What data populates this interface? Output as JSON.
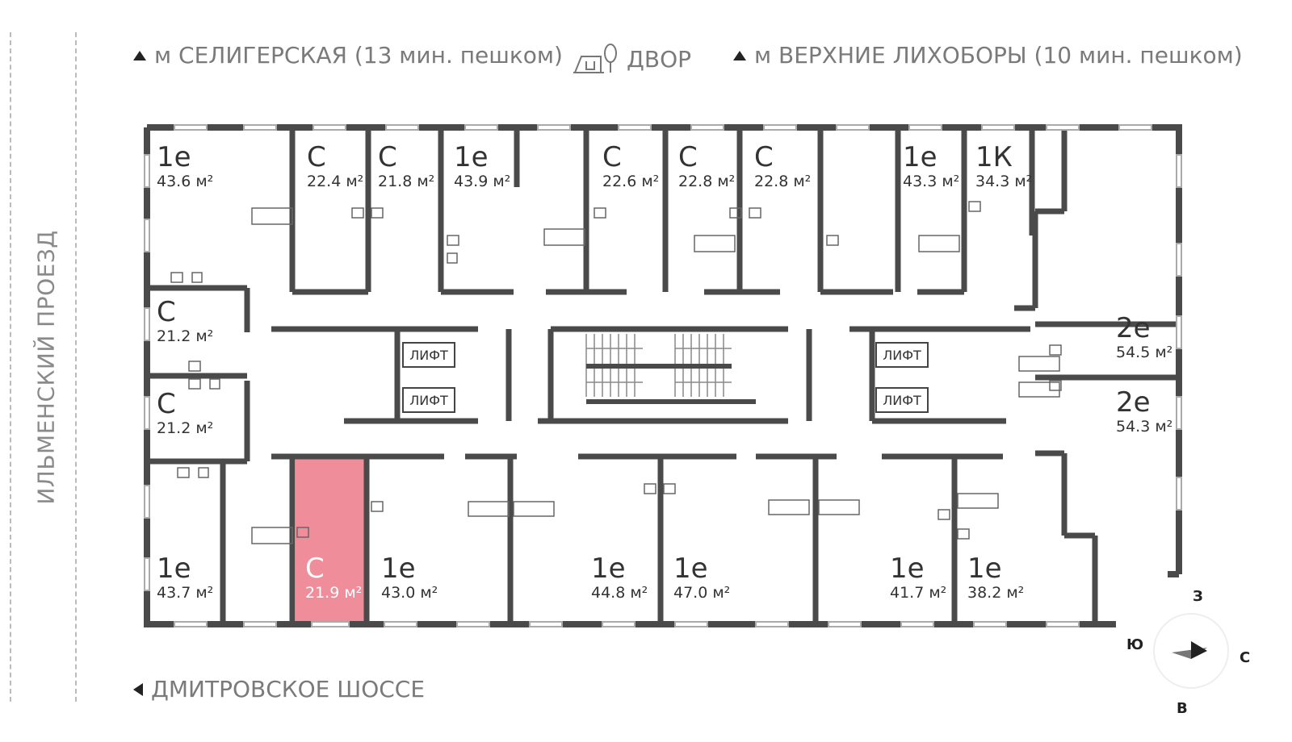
{
  "streets": {
    "left": "ИЛЬМЕНСКИЙ ПРОЕЗД",
    "top_left": "м СЕЛИГЕРСКАЯ (13 мин. пешком)",
    "top_center": "ДВОР",
    "top_right": "м ВЕРХНИЕ ЛИХОБОРЫ (10 мин. пешком)",
    "bottom": "ДМИТРОВСКОЕ ШОССЕ"
  },
  "colors": {
    "wall": "#4a4a4a",
    "selected": "#f08d9a",
    "text": "#333333"
  },
  "units": [
    {
      "id": "u1",
      "type": "1е",
      "area": "43.6 м²",
      "selected": false
    },
    {
      "id": "u2",
      "type": "С",
      "area": "22.4 м²",
      "selected": false
    },
    {
      "id": "u3",
      "type": "С",
      "area": "21.8 м²",
      "selected": false
    },
    {
      "id": "u4",
      "type": "1е",
      "area": "43.9 м²",
      "selected": false
    },
    {
      "id": "u5",
      "type": "С",
      "area": "22.6 м²",
      "selected": false
    },
    {
      "id": "u6",
      "type": "С",
      "area": "22.8 м²",
      "selected": false
    },
    {
      "id": "u7",
      "type": "С",
      "area": "22.8 м²",
      "selected": false
    },
    {
      "id": "u8",
      "type": "1е",
      "area": "43.3 м²",
      "selected": false
    },
    {
      "id": "u9",
      "type": "1К",
      "area": "34.3 м²",
      "selected": false
    },
    {
      "id": "u10",
      "type": "С",
      "area": "21.2 м²",
      "selected": false
    },
    {
      "id": "u11",
      "type": "2е",
      "area": "54.5 м²",
      "selected": false
    },
    {
      "id": "u12",
      "type": "С",
      "area": "21.2 м²",
      "selected": false
    },
    {
      "id": "u13",
      "type": "2е",
      "area": "54.3 м²",
      "selected": false
    },
    {
      "id": "u14",
      "type": "1е",
      "area": "43.7 м²",
      "selected": false
    },
    {
      "id": "u15",
      "type": "С",
      "area": "21.9 м²",
      "selected": true
    },
    {
      "id": "u16",
      "type": "1е",
      "area": "43.0 м²",
      "selected": false
    },
    {
      "id": "u17",
      "type": "1е",
      "area": "44.8 м²",
      "selected": false
    },
    {
      "id": "u18",
      "type": "1е",
      "area": "47.0 м²",
      "selected": false
    },
    {
      "id": "u19",
      "type": "1е",
      "area": "41.7 м²",
      "selected": false
    },
    {
      "id": "u20",
      "type": "1е",
      "area": "38.2 м²",
      "selected": false
    }
  ],
  "lifts": [
    "ЛИФТ",
    "ЛИФТ",
    "ЛИФТ",
    "ЛИФТ"
  ],
  "compass": {
    "n": "З",
    "e": "С",
    "s": "В",
    "w": "Ю"
  }
}
